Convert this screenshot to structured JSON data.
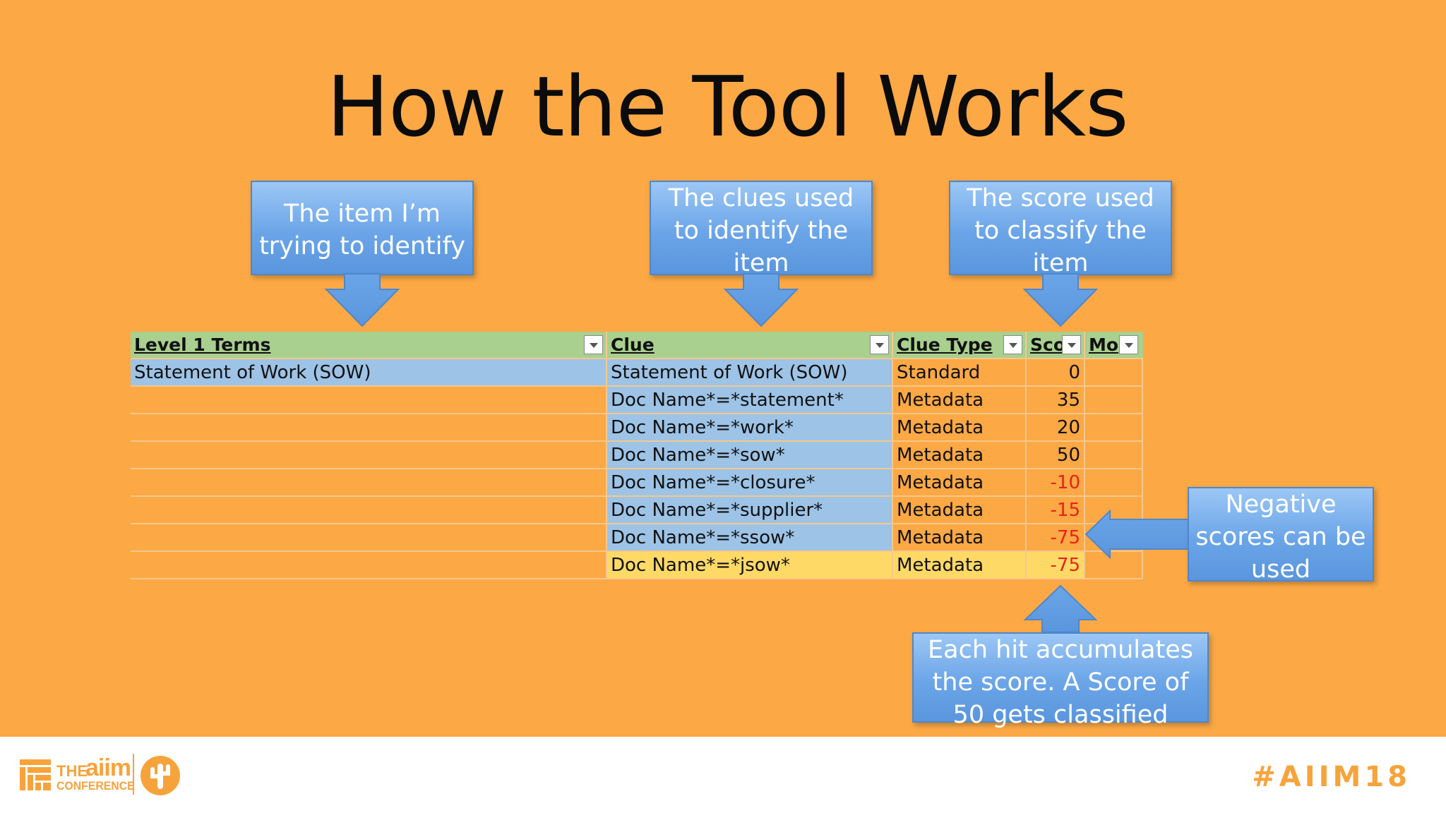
{
  "slide": {
    "title": "How the Tool Works"
  },
  "callouts": {
    "item": "The item I’m\ntrying to identify",
    "clues": "The clues used\nto identify the\nitem",
    "score": "The score used\nto classify the\nitem",
    "negative": "Negative\nscores can be\nused",
    "accumulate": "Each hit accumulates\nthe score. A Score of\n50 gets classified"
  },
  "table": {
    "headers": [
      "Level 1 Terms",
      "Clue",
      "Clue Type",
      "Sco",
      "Mo"
    ],
    "rows": [
      {
        "term": "Statement of Work (SOW)",
        "clue": "Statement of Work (SOW)",
        "type": "Standard",
        "score": "0"
      },
      {
        "term": "",
        "clue": "Doc Name*=*statement*",
        "type": "Metadata",
        "score": "35"
      },
      {
        "term": "",
        "clue": "Doc Name*=*work*",
        "type": "Metadata",
        "score": "20"
      },
      {
        "term": "",
        "clue": "Doc Name*=*sow*",
        "type": "Metadata",
        "score": "50"
      },
      {
        "term": "",
        "clue": "Doc Name*=*closure*",
        "type": "Metadata",
        "score": "-10"
      },
      {
        "term": "",
        "clue": "Doc Name*=*supplier*",
        "type": "Metadata",
        "score": "-15"
      },
      {
        "term": "",
        "clue": "Doc Name*=*ssow*",
        "type": "Metadata",
        "score": "-75"
      },
      {
        "term": "",
        "clue": "Doc Name*=*jsow*",
        "type": "Metadata",
        "score": "-75"
      }
    ]
  },
  "footer": {
    "logo_the": "THE",
    "logo_aiim": "aiim",
    "logo_conference": "CONFERENCE",
    "hashtag": "#AIIM18"
  },
  "colors": {
    "background": "#FBA845",
    "callout_blue": "#6BA5E8",
    "header_green": "#A9D08E",
    "row_blue": "#9DC3E6",
    "highlight_yellow": "#FFD966",
    "negative_red": "#E8221B",
    "brand_orange": "#F7A33B"
  }
}
